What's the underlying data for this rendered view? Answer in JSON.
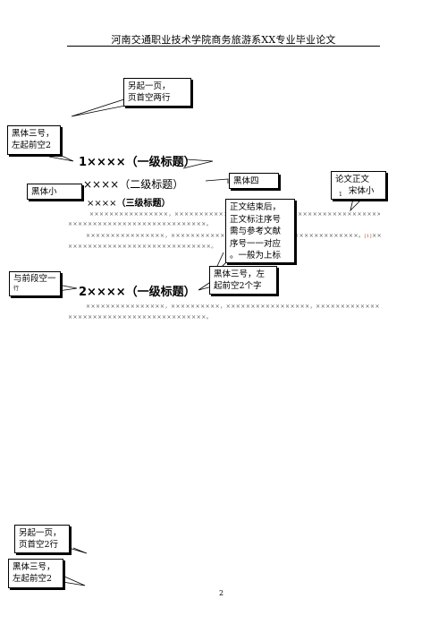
{
  "header": {
    "title": "河南交通职业技术学院商务旅游系XX专业毕业论文"
  },
  "callouts": {
    "new_page_top": [
      "另起一页，",
      "页首空两行"
    ],
    "heiti3_top": [
      "黑体三号，",
      "左起前空2"
    ],
    "heiti_small": "黑体小",
    "heiti4": "黑体四",
    "body_text_font": [
      "论文正文",
      "宋体小"
    ],
    "body_text_sub": "1",
    "footnote": [
      "正文结束后，",
      "正文标注序号",
      "需与参考文献",
      "序号一一对应",
      "。一般为上标"
    ],
    "heiti3_mid": [
      "黑体三号，左",
      "起前空2个字"
    ],
    "para_space": [
      "与前段空一",
      "行"
    ],
    "new_page_bottom": [
      "另起一页，",
      "页首空2行"
    ],
    "heiti3_bottom": [
      "黑体三号，",
      "左起前空2"
    ]
  },
  "headings": {
    "h1_first": "1××××（一级标题）",
    "h2": "××××（二级标题）",
    "h3_prefix": "××××",
    "h3_bold": "（三级标题）",
    "h1_second": "2××××（一级标题）"
  },
  "body_lines": {
    "p1_l1": "××××××××××××××××，××××××××××××××××××××××××××××××××××××××××××××××××，×××",
    "p1_l2": "××××××××××××××××××××××××××××。",
    "p2_l1a": "××××××××××××××××，××××××××××××××××××××××××××××××××××××××。",
    "p2_mark": "[1]",
    "p2_l1b": "×××××××",
    "p2_l2": "×××××××××××××××××××××××××××××。",
    "p3_l1": "××××××××××××××××，××××××××××，×××××××××××××××××，×××××××××××××",
    "p3_l2": "××××××××××××××××××××××××××××。"
  },
  "page_number": "2"
}
